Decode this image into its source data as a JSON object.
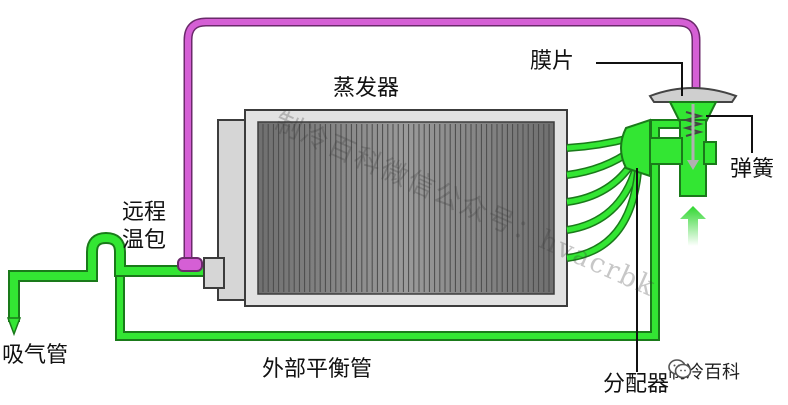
{
  "labels": {
    "evaporator": "蒸发器",
    "diaphragm": "膜片",
    "spring": "弹簧",
    "remote_bulb_line1": "远程",
    "remote_bulb_line2": "温包",
    "suction_pipe": "吸气管",
    "external_equalizer": "外部平衡管",
    "distributor": "分配器"
  },
  "watermark": "制冷百科微信公众号：hvacrbk",
  "brand": {
    "name": "制冷百科",
    "icon": "wechat-icon"
  },
  "colors": {
    "pipe_green": "#33e633",
    "pipe_outline": "#1a7a1a",
    "capillary_purple": "#d55fd5",
    "evaporator_gray": "#8c8c8c",
    "frame_light": "#d6d6d6",
    "flow_arrow": "#2fd62f"
  }
}
